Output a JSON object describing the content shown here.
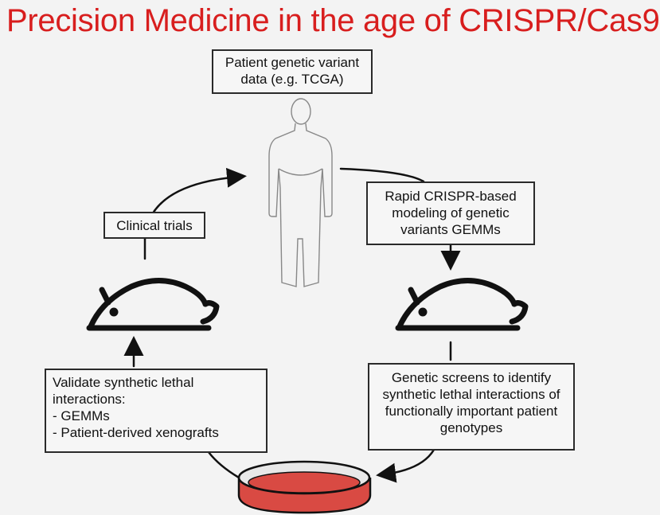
{
  "title": "Precision Medicine in the age of CRISPR/Cas9",
  "boxes": {
    "patient_data": "Patient genetic variant data (e.g. TCGA)",
    "modeling": "Rapid CRISPR-based modeling of genetic variants GEMMs",
    "clinical_trials": "Clinical trials",
    "validate": {
      "line1": "Validate synthetic lethal interactions:",
      "item1": "- GEMMs",
      "item2": "- Patient-derived xenografts"
    },
    "screens": "Genetic screens to identify synthetic lethal interactions of functionally important patient genotypes"
  },
  "colors": {
    "title": "#d81e1e",
    "dish_fill": "#d94a43",
    "stroke": "#111111"
  }
}
